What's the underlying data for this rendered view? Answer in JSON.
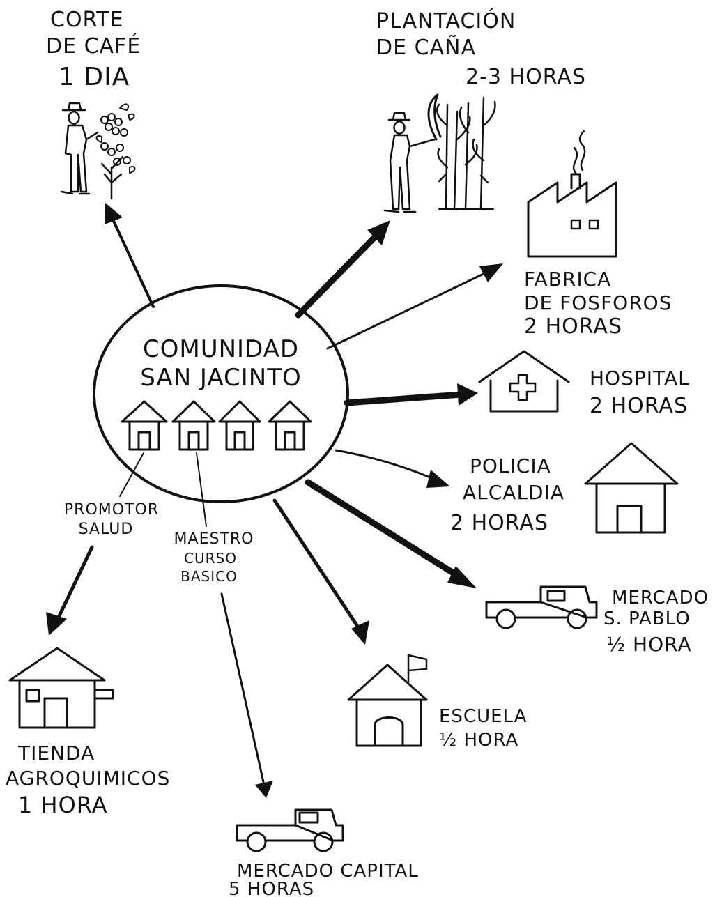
{
  "center": {
    "line1": "COMUNIDAD",
    "line2": "SAN JACINTO"
  },
  "destinations": {
    "corte_cafe": {
      "line1": "CORTE",
      "line2": "DE CAFÉ",
      "time": "1 DIA"
    },
    "plantacion_cana": {
      "line1": "PLANTACIÓN",
      "line2": "DE CAÑA",
      "time": "2-3 HORAS"
    },
    "fabrica": {
      "line1": "FABRICA",
      "line2": "DE FOSFOROS",
      "time": "2 HORAS"
    },
    "hospital": {
      "line1": "HOSPITAL",
      "time": "2 HORAS"
    },
    "policia": {
      "line1": "POLICIA",
      "line2": "ALCALDIA",
      "time": "2 HORAS"
    },
    "mercado_san_pablo": {
      "line1": "MERCADO",
      "line2": "S. PABLO",
      "time": "½ HORA"
    },
    "escuela": {
      "line1": "ESCUELA",
      "time": "½ HORA"
    },
    "mercado_capital": {
      "line1": "MERCADO CAPITAL",
      "time": "5 HORAS"
    },
    "tienda": {
      "line1": "TIENDA",
      "line2": "AGROQUIMICOS",
      "time": "1 HORA"
    }
  },
  "community_roles": {
    "promotor": {
      "line1": "PROMOTOR",
      "line2": "SALUD"
    },
    "maestro": {
      "line1": "MAESTRO",
      "line2": "CURSO",
      "line3": "BASICO"
    }
  },
  "colors": {
    "ink": "#111111",
    "background": "#ffffff"
  }
}
